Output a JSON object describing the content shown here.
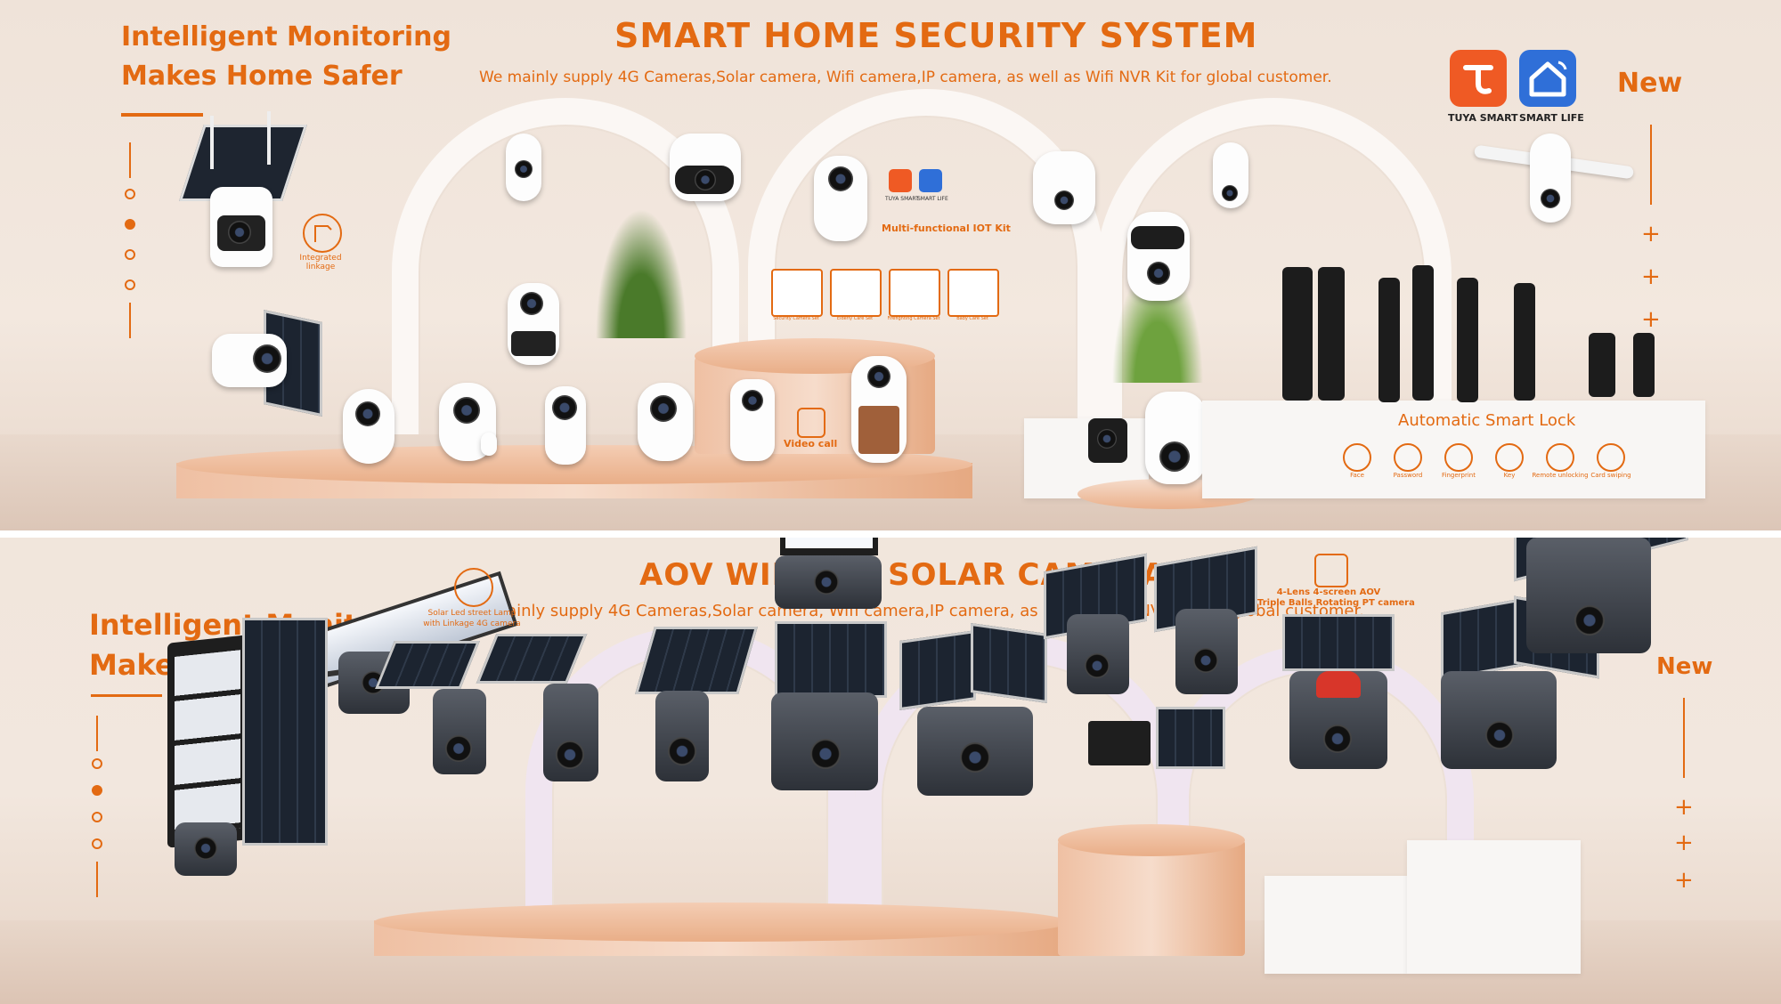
{
  "top": {
    "tagline_line1": "Intelligent Monitoring",
    "tagline_line2": "Makes Home Safer",
    "title": "SMART HOME SECURITY SYSTEM",
    "subtitle": "We mainly supply 4G Cameras,Solar camera, Wifi camera,IP camera, as well as Wifi NVR Kit for global customer.",
    "new_badge": "New",
    "apps": [
      {
        "label": "TUYA SMART",
        "icon": "tuya-icon",
        "color": "#ef5a24"
      },
      {
        "label": "SMART LIFE",
        "icon": "smart-life-icon",
        "color": "#2f6fd8"
      }
    ],
    "mini_apps": [
      {
        "label": "TUYA SMART"
      },
      {
        "label": "SMART LIFE"
      }
    ],
    "integrated_linkage": "Integrated linkage",
    "iot_kit": "Multi-functional IOT Kit",
    "kit_cards": [
      "Security Camera Set",
      "Elderly Care Set",
      "Firefighting Camera Set",
      "Baby Care Set"
    ],
    "video_call": "Video call",
    "smart_lock_title": "Automatic Smart Lock",
    "lock_features": [
      "Face",
      "Password",
      "Fingerprint",
      "Key",
      "Remote unlocking",
      "Card swiping"
    ]
  },
  "bottom": {
    "tagline_line1": "Intelligent Monitoring",
    "tagline_line2": "Makes Home Safer",
    "title": "AOV WIFI/ 4G SOLAR CAMERA",
    "subtitle": "We mainly supply 4G Cameras,Solar camera, Wifi camera,IP camera, as well as Wifi NVR Kit for global customer.",
    "new_badge": "New",
    "street_lamp_label_1": "Solar Led street Lamp",
    "street_lamp_label_2": "with Linkage 4G camera",
    "aov_label_1": "4-Lens 4-screen AOV",
    "aov_label_2": "Triple Balls Rotating PT camera"
  },
  "colors": {
    "accent": "#e36a12",
    "background": "#efe3d9",
    "podium": "#eab08b"
  }
}
